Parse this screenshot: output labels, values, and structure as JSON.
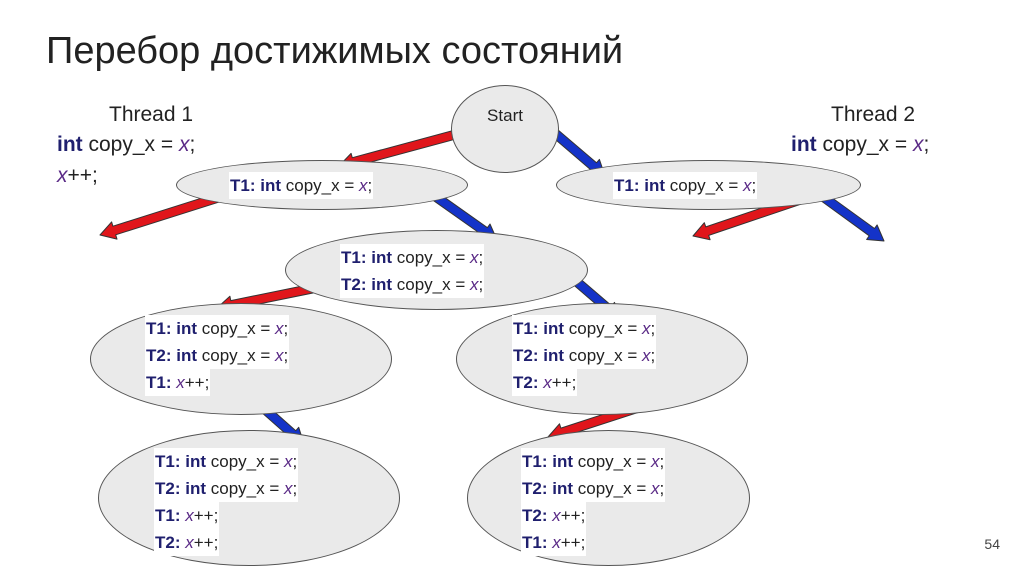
{
  "title": "Перебор достижимых состояний",
  "page_number": "54",
  "start_label": "Start",
  "thread1": {
    "label": "Thread 1",
    "lines": [
      [
        {
          "t": "int",
          "c": "kw"
        },
        {
          "t": " copy_x = "
        },
        {
          "t": "x",
          "c": "var"
        },
        {
          "t": ";"
        }
      ],
      [
        {
          "t": "x",
          "c": "var"
        },
        {
          "t": "++;"
        }
      ]
    ]
  },
  "thread2": {
    "label": "Thread 2",
    "lines": [
      [
        {
          "t": "int",
          "c": "kw"
        },
        {
          "t": " copy_x = "
        },
        {
          "t": "x",
          "c": "var"
        },
        {
          "t": ";"
        }
      ]
    ]
  },
  "nodes": [
    {
      "id": "n1",
      "lines": [
        [
          {
            "t": "T1: ",
            "c": "kw"
          },
          {
            "t": "int",
            "c": "kw"
          },
          {
            "t": " copy_x = "
          },
          {
            "t": "x",
            "c": "var"
          },
          {
            "t": ";"
          }
        ]
      ]
    },
    {
      "id": "n2",
      "lines": [
        [
          {
            "t": "T1: ",
            "c": "kw"
          },
          {
            "t": "int",
            "c": "kw"
          },
          {
            "t": " copy_x = "
          },
          {
            "t": "x",
            "c": "var"
          },
          {
            "t": ";"
          }
        ]
      ]
    },
    {
      "id": "n3",
      "lines": [
        [
          {
            "t": "T1: ",
            "c": "kw"
          },
          {
            "t": "int",
            "c": "kw"
          },
          {
            "t": " copy_x = "
          },
          {
            "t": "x",
            "c": "var"
          },
          {
            "t": ";"
          }
        ],
        [
          {
            "t": "T2: ",
            "c": "kw"
          },
          {
            "t": "int",
            "c": "kw"
          },
          {
            "t": " copy_x = "
          },
          {
            "t": "x",
            "c": "var"
          },
          {
            "t": ";"
          }
        ]
      ]
    },
    {
      "id": "n4",
      "lines": [
        [
          {
            "t": "T1: ",
            "c": "kw"
          },
          {
            "t": "int",
            "c": "kw"
          },
          {
            "t": " copy_x = "
          },
          {
            "t": "x",
            "c": "var"
          },
          {
            "t": ";"
          }
        ],
        [
          {
            "t": "T2: ",
            "c": "kw"
          },
          {
            "t": "int",
            "c": "kw"
          },
          {
            "t": " copy_x = "
          },
          {
            "t": "x",
            "c": "var"
          },
          {
            "t": ";"
          }
        ],
        [
          {
            "t": "T1: ",
            "c": "kw"
          },
          {
            "t": "x",
            "c": "var"
          },
          {
            "t": "++;"
          }
        ]
      ]
    },
    {
      "id": "n5",
      "lines": [
        [
          {
            "t": "T1: ",
            "c": "kw"
          },
          {
            "t": "int",
            "c": "kw"
          },
          {
            "t": " copy_x = "
          },
          {
            "t": "x",
            "c": "var"
          },
          {
            "t": ";"
          }
        ],
        [
          {
            "t": "T2: ",
            "c": "kw"
          },
          {
            "t": "int",
            "c": "kw"
          },
          {
            "t": " copy_x = "
          },
          {
            "t": "x",
            "c": "var"
          },
          {
            "t": ";"
          }
        ],
        [
          {
            "t": "T2: ",
            "c": "kw"
          },
          {
            "t": "x",
            "c": "var"
          },
          {
            "t": "++;"
          }
        ]
      ]
    },
    {
      "id": "n6",
      "lines": [
        [
          {
            "t": "T1: ",
            "c": "kw"
          },
          {
            "t": "int",
            "c": "kw"
          },
          {
            "t": " copy_x = "
          },
          {
            "t": "x",
            "c": "var"
          },
          {
            "t": ";"
          }
        ],
        [
          {
            "t": "T2: ",
            "c": "kw"
          },
          {
            "t": "int",
            "c": "kw"
          },
          {
            "t": " copy_x = "
          },
          {
            "t": "x",
            "c": "var"
          },
          {
            "t": ";"
          }
        ],
        [
          {
            "t": "T1: ",
            "c": "kw"
          },
          {
            "t": "x",
            "c": "var"
          },
          {
            "t": "++;"
          }
        ],
        [
          {
            "t": "T2: ",
            "c": "kw"
          },
          {
            "t": "x",
            "c": "var"
          },
          {
            "t": "++;"
          }
        ]
      ]
    },
    {
      "id": "n7",
      "lines": [
        [
          {
            "t": "T1: ",
            "c": "kw"
          },
          {
            "t": "int",
            "c": "kw"
          },
          {
            "t": " copy_x = "
          },
          {
            "t": "x",
            "c": "var"
          },
          {
            "t": ";"
          }
        ],
        [
          {
            "t": "T2: ",
            "c": "kw"
          },
          {
            "t": "int",
            "c": "kw"
          },
          {
            "t": " copy_x = "
          },
          {
            "t": "x",
            "c": "var"
          },
          {
            "t": ";"
          }
        ],
        [
          {
            "t": "T2: ",
            "c": "kw"
          },
          {
            "t": "x",
            "c": "var"
          },
          {
            "t": "++;"
          }
        ],
        [
          {
            "t": "T1: ",
            "c": "kw"
          },
          {
            "t": "x",
            "c": "var"
          },
          {
            "t": "++;"
          }
        ]
      ]
    }
  ],
  "colors": {
    "thread1_arrow": "#e0161b",
    "thread2_arrow": "#1433c8",
    "node_fill": "#eaeaea",
    "keyword": "#1f1f6e",
    "variable": "#5a2a86"
  },
  "legend_semantics": {
    "red_arrow": "Thread 1 step",
    "blue_arrow": "Thread 2 step"
  }
}
